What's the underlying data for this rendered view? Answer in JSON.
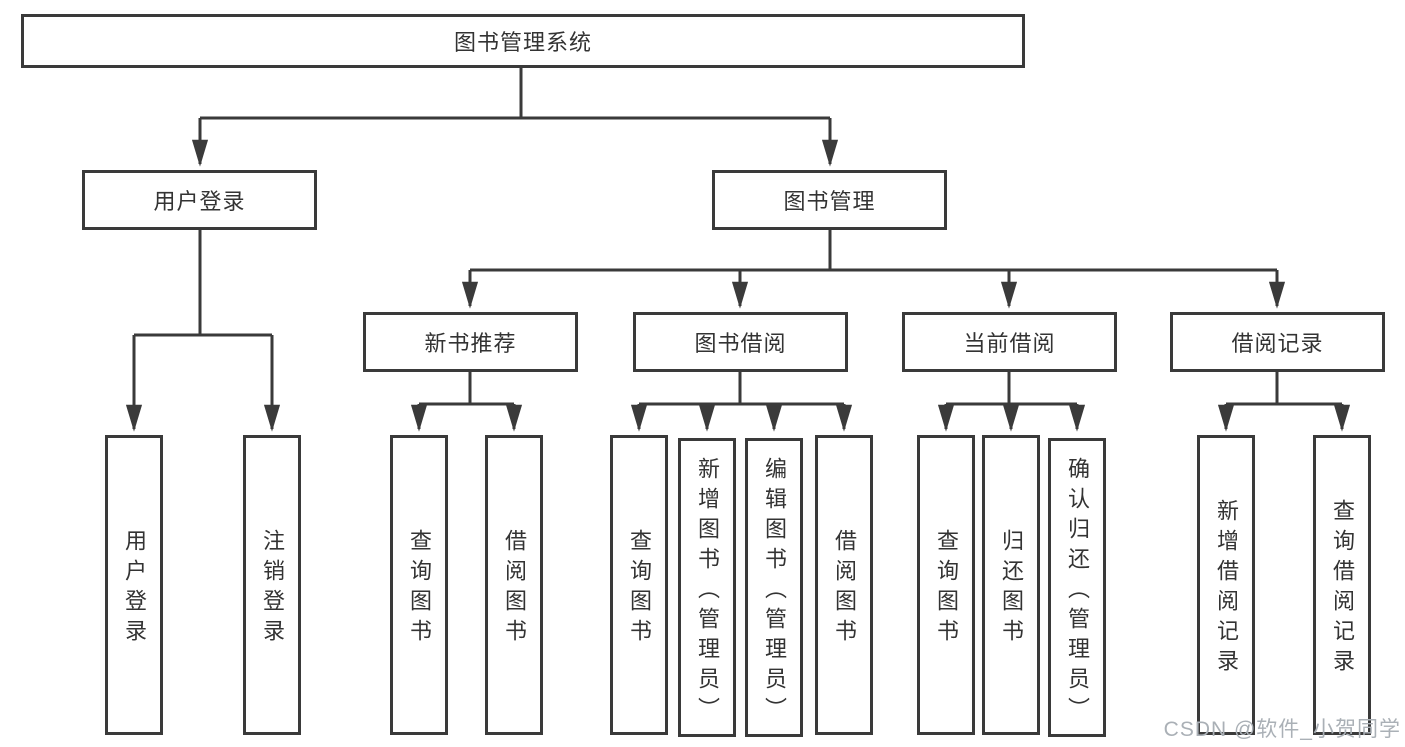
{
  "tree": {
    "root": {
      "label": "图书管理系统",
      "children": [
        {
          "label": "用户登录",
          "children": [
            {
              "label": "用户登录"
            },
            {
              "label": "注销登录"
            }
          ]
        },
        {
          "label": "图书管理",
          "children": [
            {
              "label": "新书推荐",
              "children": [
                {
                  "label": "查询图书"
                },
                {
                  "label": "借阅图书"
                }
              ]
            },
            {
              "label": "图书借阅",
              "children": [
                {
                  "label": "查询图书"
                },
                {
                  "label": "新增图书（管理员）"
                },
                {
                  "label": "编辑图书（管理员）"
                },
                {
                  "label": "借阅图书"
                }
              ]
            },
            {
              "label": "当前借阅",
              "children": [
                {
                  "label": "查询图书"
                },
                {
                  "label": "归还图书"
                },
                {
                  "label": "确认归还（管理员）"
                }
              ]
            },
            {
              "label": "借阅记录",
              "children": [
                {
                  "label": "新增借阅记录"
                },
                {
                  "label": "查询借阅记录"
                }
              ]
            }
          ]
        }
      ]
    }
  },
  "watermark": "CSDN @软件_小贺同学",
  "colors": {
    "line": "#3a3a3a",
    "text": "#333333",
    "watermark": "#aab0b6",
    "background": "#ffffff"
  }
}
